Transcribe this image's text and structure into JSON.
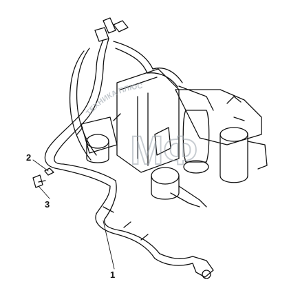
{
  "callouts": {
    "part_1": "1",
    "part_2": "2",
    "part_3": "3"
  },
  "watermark": {
    "arc_text": "ТЕХНИКА ПЛЮС",
    "letters": "МФ"
  },
  "colors": {
    "line": "#111111",
    "watermark": "#9aa4ad"
  }
}
